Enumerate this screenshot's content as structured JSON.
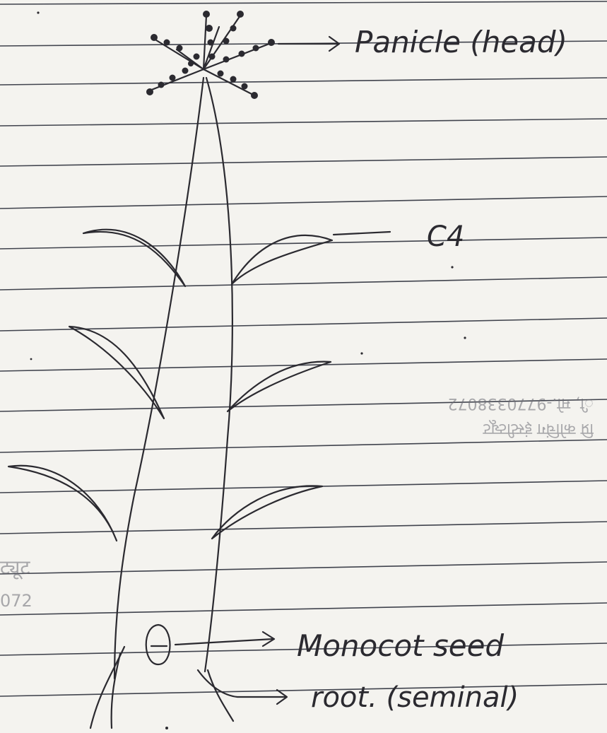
{
  "labels": {
    "panicle": "Panicle (head)",
    "leaf_mark": "C4",
    "seed": "Monocot seed",
    "root": "root. (seminal)"
  },
  "bleed_through": {
    "right_line1": "ी, मो.-9770338072",
    "right_line2": "प्रि कोचिंग इंस्टीट्यूट",
    "left_line1": "ट्यूट",
    "left_line2": "072"
  }
}
